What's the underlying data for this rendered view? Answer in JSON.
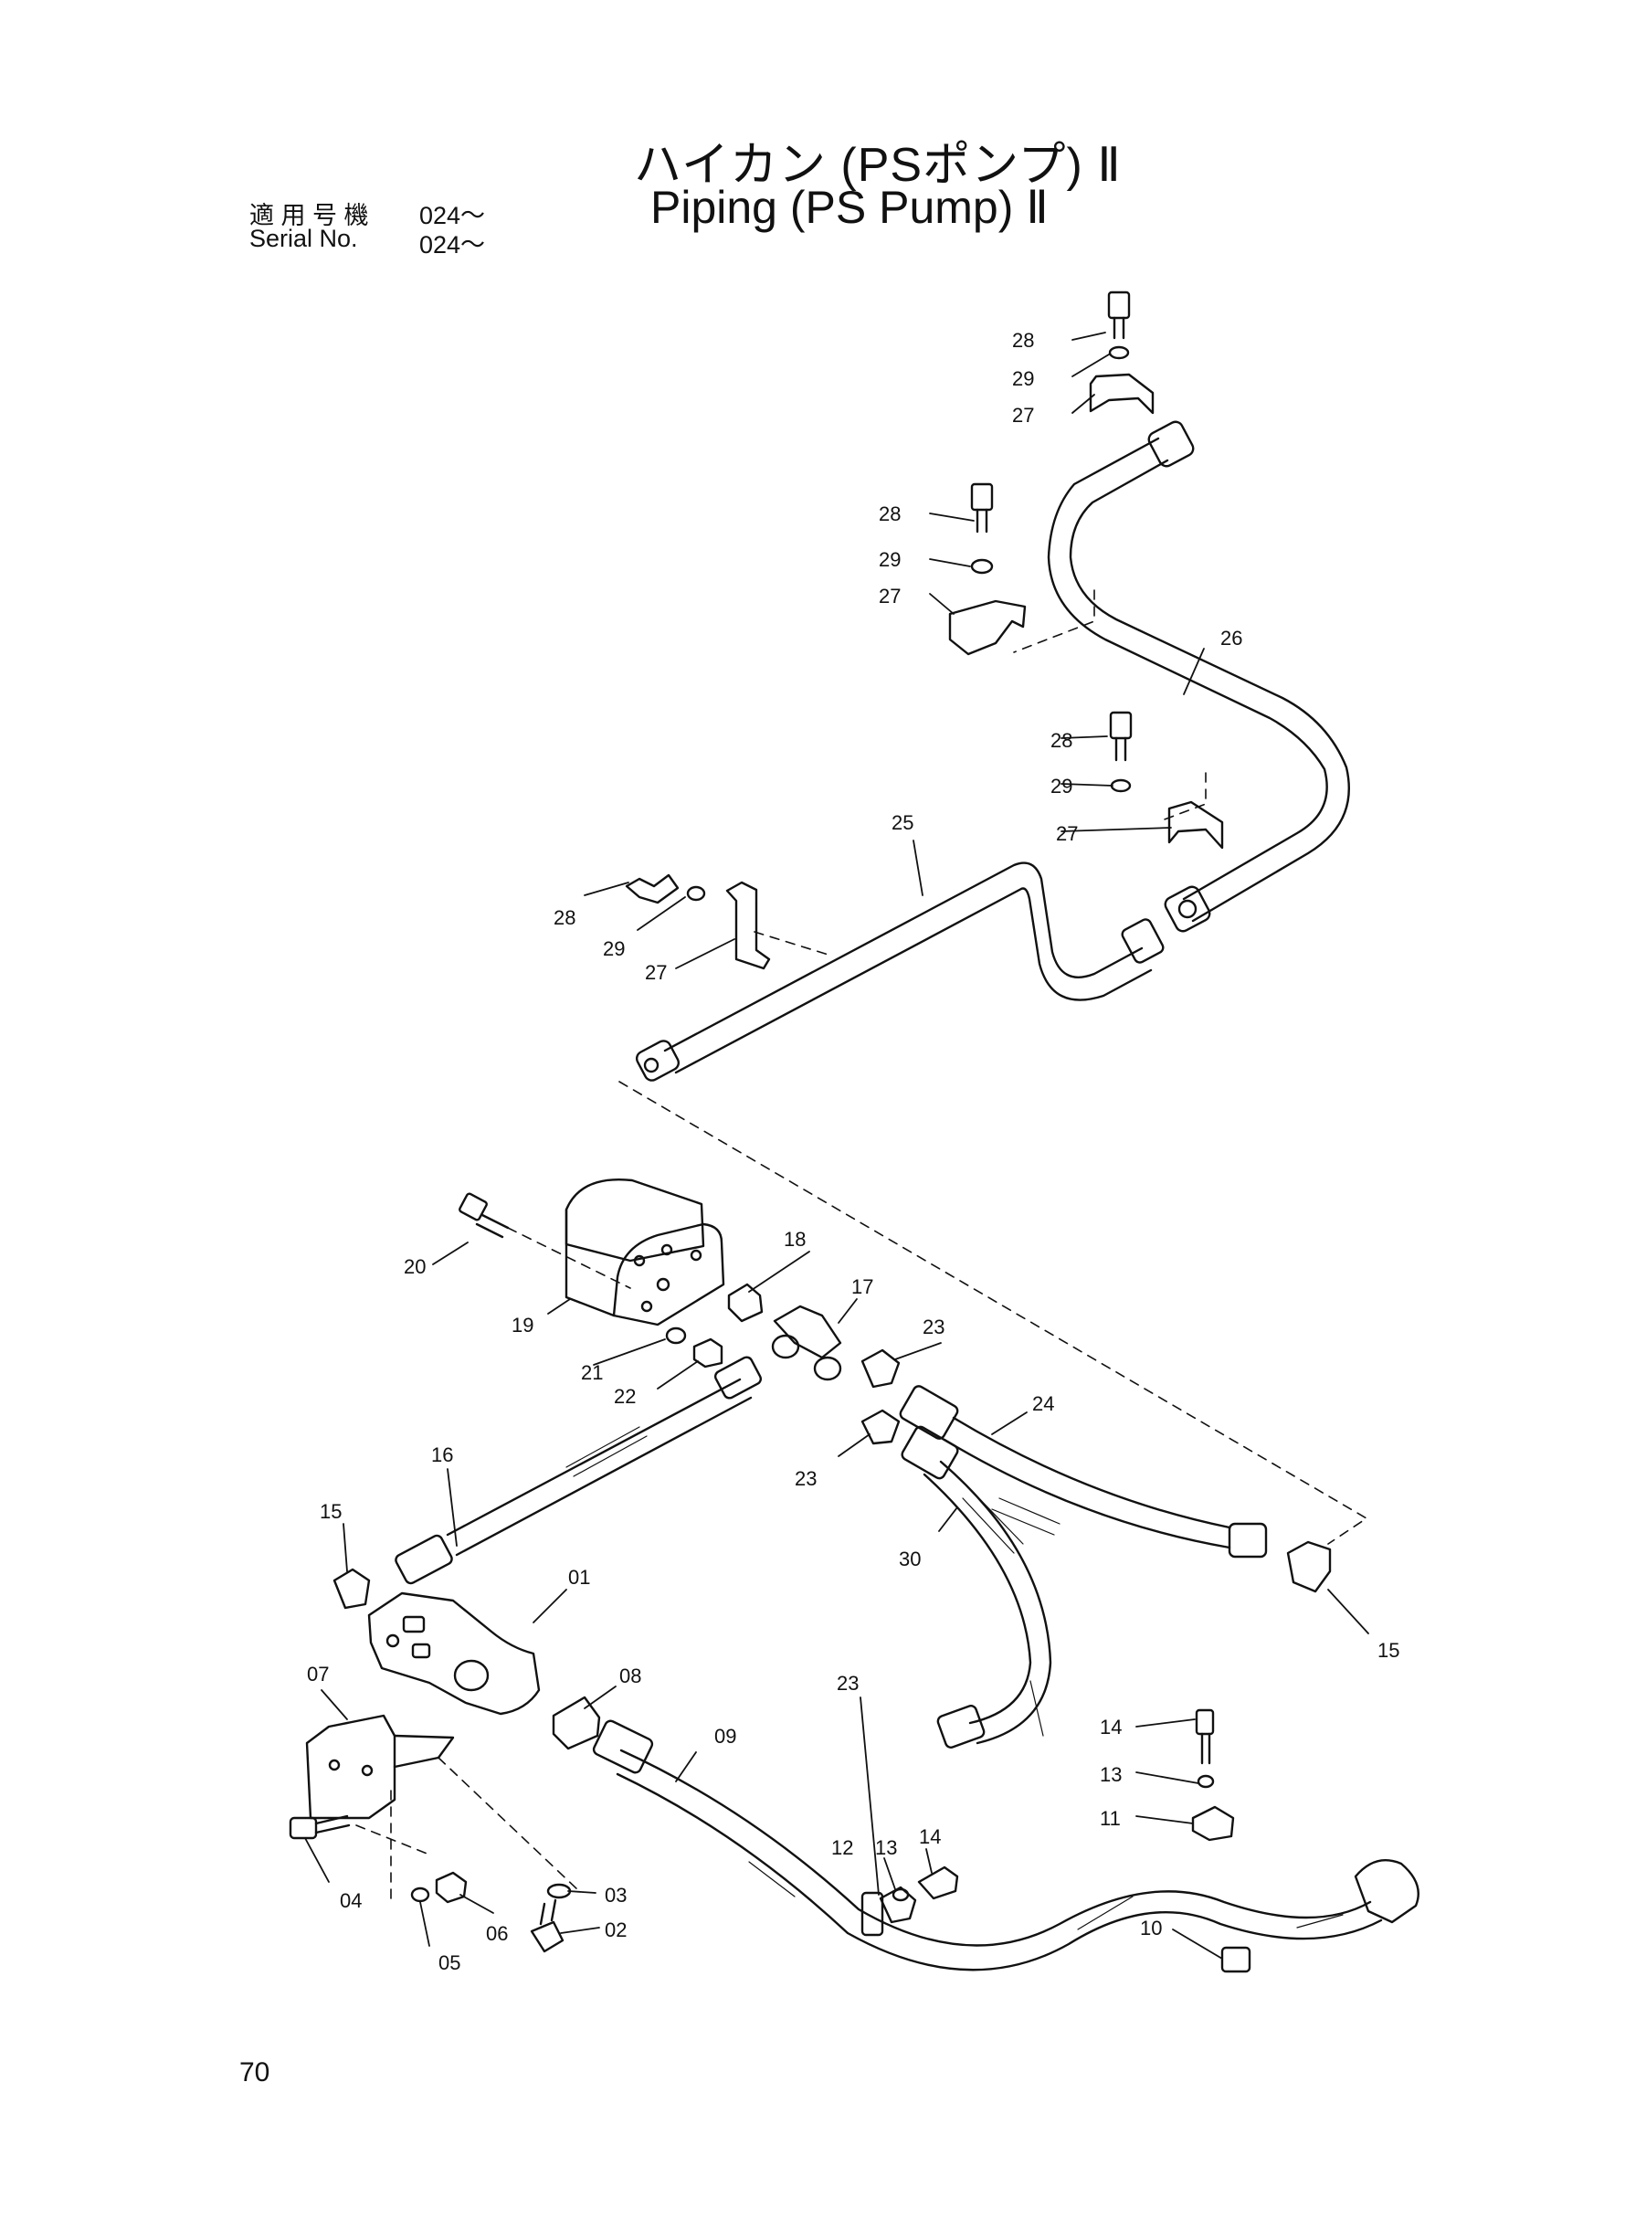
{
  "title": {
    "japanese": "ハイカン (PSポンプ) Ⅱ",
    "english": "Piping (PS Pump) Ⅱ"
  },
  "serial": {
    "jp_label": "適 用 号 機",
    "jp_value": "024～",
    "en_label": "Serial  No.",
    "en_value": "024～"
  },
  "page_number": "70",
  "callouts": {
    "c01": "01",
    "c02": "02",
    "c03": "03",
    "c04": "04",
    "c05": "05",
    "c06": "06",
    "c07": "07",
    "c08": "08",
    "c09": "09",
    "c10": "10",
    "c11": "11",
    "c12": "12",
    "c13a": "13",
    "c13b": "13",
    "c14a": "14",
    "c14b": "14",
    "c15a": "15",
    "c15b": "15",
    "c16": "16",
    "c17": "17",
    "c18": "18",
    "c19": "19",
    "c20": "20",
    "c21": "21",
    "c22": "22",
    "c23a": "23",
    "c23b": "23",
    "c23c": "23",
    "c24": "24",
    "c25": "25",
    "c26": "26",
    "c27a": "27",
    "c27b": "27",
    "c27c": "27",
    "c27d": "27",
    "c28a": "28",
    "c28b": "28",
    "c28c": "28",
    "c28d": "28",
    "c29a": "29",
    "c29b": "29",
    "c29c": "29",
    "c29d": "29",
    "c30": "30"
  }
}
